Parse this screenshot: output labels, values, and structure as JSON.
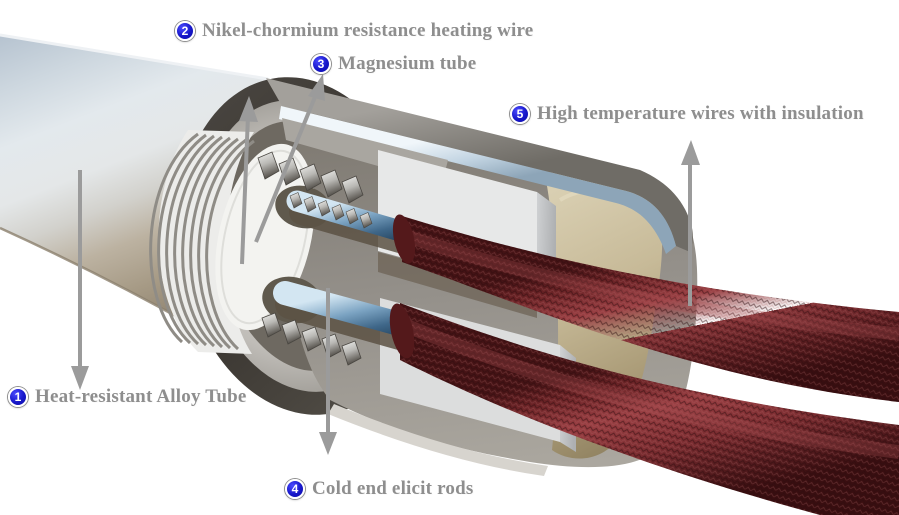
{
  "labels": [
    {
      "num": "1",
      "text": "Heat-resistant Alloy Tube",
      "arrow": "down"
    },
    {
      "num": "2",
      "text": "Nikel-chormium resistance heating wire",
      "arrow": "up"
    },
    {
      "num": "3",
      "text": "Magnesium tube",
      "arrow": "up"
    },
    {
      "num": "4",
      "text": "Cold end elicit rods",
      "arrow": "down"
    },
    {
      "num": "5",
      "text": "High temperature wires with insulation",
      "arrow": "up"
    }
  ],
  "colors": {
    "badge_blue": "#1515c4",
    "label_gray": "#8e8e8e",
    "wire_red": "#8a3538",
    "tube_steel": "#cdd7df",
    "tube_tan": "#a69a85",
    "ceramic_cap_tan": "#c7ba98",
    "coil_white": "#eeeeeb",
    "rod_blue": "#7ba3c2",
    "arrow_gray": "#9b9b9b",
    "background": "#ffffff"
  }
}
